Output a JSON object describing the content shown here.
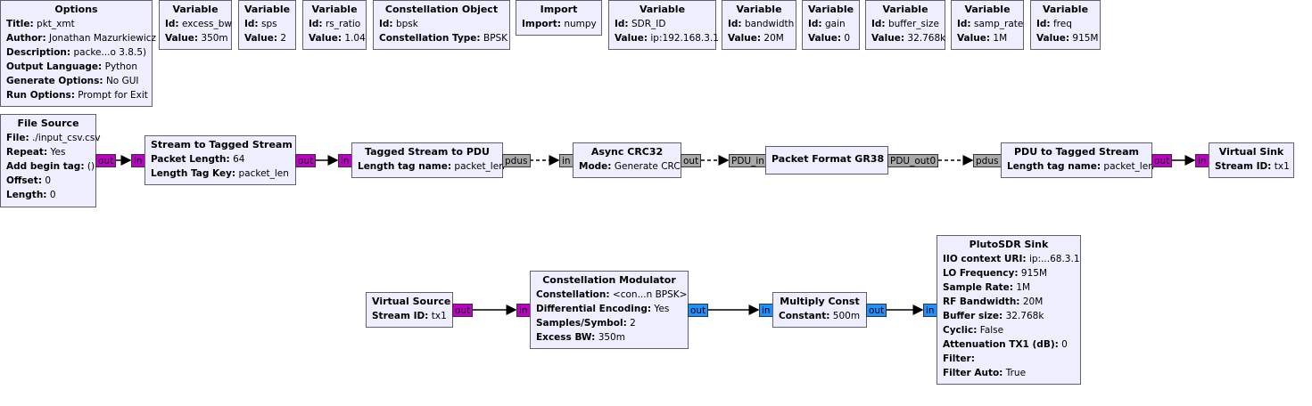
{
  "top_blocks": [
    {
      "id": "options",
      "title": "Options",
      "rows": [
        {
          "k": "Title:",
          "v": "pkt_xmt"
        },
        {
          "k": "Author:",
          "v": "Jonathan Mazurkiewicz"
        },
        {
          "k": "Description:",
          "v": "packe...o 3.8.5)"
        },
        {
          "k": "Output Language:",
          "v": "Python"
        },
        {
          "k": "Generate Options:",
          "v": "No GUI"
        },
        {
          "k": "Run Options:",
          "v": "Prompt for Exit"
        }
      ]
    },
    {
      "id": "var-excess-bw",
      "title": "Variable",
      "rows": [
        {
          "k": "Id:",
          "v": "excess_bw"
        },
        {
          "k": "Value:",
          "v": "350m"
        }
      ]
    },
    {
      "id": "var-sps",
      "title": "Variable",
      "rows": [
        {
          "k": "Id:",
          "v": "sps"
        },
        {
          "k": "Value:",
          "v": "2"
        }
      ]
    },
    {
      "id": "var-rs-ratio",
      "title": "Variable",
      "rows": [
        {
          "k": "Id:",
          "v": "rs_ratio"
        },
        {
          "k": "Value:",
          "v": "1.04"
        }
      ]
    },
    {
      "id": "constellation-object",
      "title": "Constellation Object",
      "rows": [
        {
          "k": "Id:",
          "v": "bpsk"
        },
        {
          "k": "Constellation Type:",
          "v": "BPSK"
        }
      ]
    },
    {
      "id": "import",
      "title": "Import",
      "rows": [
        {
          "k": "Import:",
          "v": "numpy"
        }
      ]
    },
    {
      "id": "var-sdr-id",
      "title": "Variable",
      "rows": [
        {
          "k": "Id:",
          "v": "SDR_ID"
        },
        {
          "k": "Value:",
          "v": "ip:192.168.3.1"
        }
      ]
    },
    {
      "id": "var-bandwidth",
      "title": "Variable",
      "rows": [
        {
          "k": "Id:",
          "v": "bandwidth"
        },
        {
          "k": "Value:",
          "v": "20M"
        }
      ]
    },
    {
      "id": "var-gain",
      "title": "Variable",
      "rows": [
        {
          "k": "Id:",
          "v": "gain"
        },
        {
          "k": "Value:",
          "v": "0"
        }
      ]
    },
    {
      "id": "var-buffer-size",
      "title": "Variable",
      "rows": [
        {
          "k": "Id:",
          "v": "buffer_size"
        },
        {
          "k": "Value:",
          "v": "32.768k"
        }
      ]
    },
    {
      "id": "var-samp-rate",
      "title": "Variable",
      "rows": [
        {
          "k": "Id:",
          "v": "samp_rate"
        },
        {
          "k": "Value:",
          "v": "1M"
        }
      ]
    },
    {
      "id": "var-freq",
      "title": "Variable",
      "rows": [
        {
          "k": "Id:",
          "v": "freq"
        },
        {
          "k": "Value:",
          "v": "915M"
        }
      ]
    }
  ],
  "flow_blocks": [
    {
      "id": "file-source",
      "title": "File Source",
      "rows": [
        {
          "k": "File:",
          "v": "./input_csv.csv"
        },
        {
          "k": "Repeat:",
          "v": "Yes"
        },
        {
          "k": "Add begin tag:",
          "v": "()"
        },
        {
          "k": "Offset:",
          "v": "0"
        },
        {
          "k": "Length:",
          "v": "0"
        }
      ]
    },
    {
      "id": "stream-to-tagged-stream",
      "title": "Stream to Tagged Stream",
      "rows": [
        {
          "k": "Packet Length:",
          "v": "64"
        },
        {
          "k": "Length Tag Key:",
          "v": "packet_len"
        }
      ]
    },
    {
      "id": "tagged-stream-to-pdu",
      "title": "Tagged Stream to PDU",
      "rows": [
        {
          "k": "Length tag name:",
          "v": "packet_len"
        }
      ]
    },
    {
      "id": "async-crc32",
      "title": "Async CRC32",
      "rows": [
        {
          "k": "Mode:",
          "v": "Generate CRC"
        }
      ]
    },
    {
      "id": "packet-format-gr38",
      "title": "Packet Format GR38",
      "rows": []
    },
    {
      "id": "pdu-to-tagged-stream",
      "title": "PDU to Tagged Stream",
      "rows": [
        {
          "k": "Length tag name:",
          "v": "packet_len"
        }
      ]
    },
    {
      "id": "virtual-sink",
      "title": "Virtual Sink",
      "rows": [
        {
          "k": "Stream ID:",
          "v": "tx1"
        }
      ]
    },
    {
      "id": "virtual-source",
      "title": "Virtual Source",
      "rows": [
        {
          "k": "Stream ID:",
          "v": "tx1"
        }
      ]
    },
    {
      "id": "constellation-modulator",
      "title": "Constellation Modulator",
      "rows": [
        {
          "k": "Constellation:",
          "v": "<con...n BPSK>"
        },
        {
          "k": "Differential Encoding:",
          "v": "Yes"
        },
        {
          "k": "Samples/Symbol:",
          "v": "2"
        },
        {
          "k": "Excess BW:",
          "v": "350m"
        }
      ]
    },
    {
      "id": "multiply-const",
      "title": "Multiply Const",
      "rows": [
        {
          "k": "Constant:",
          "v": "500m"
        }
      ]
    },
    {
      "id": "plutosdr-sink",
      "title": "PlutoSDR Sink",
      "rows": [
        {
          "k": "IIO context URI:",
          "v": "ip:...68.3.1"
        },
        {
          "k": "LO Frequency:",
          "v": "915M"
        },
        {
          "k": "Sample Rate:",
          "v": "1M"
        },
        {
          "k": "RF Bandwidth:",
          "v": "20M"
        },
        {
          "k": "Buffer size:",
          "v": "32.768k"
        },
        {
          "k": "Cyclic:",
          "v": "False"
        },
        {
          "k": "Attenuation TX1 (dB):",
          "v": "0"
        },
        {
          "k": "Filter:",
          "v": ""
        },
        {
          "k": "Filter Auto:",
          "v": "True"
        }
      ]
    }
  ],
  "ports": [
    {
      "id": "file-source-out",
      "label": "out",
      "type": "byte"
    },
    {
      "id": "s2ts-in",
      "label": "in",
      "type": "byte"
    },
    {
      "id": "s2ts-out",
      "label": "out",
      "type": "byte"
    },
    {
      "id": "ts2pdu-in",
      "label": "in",
      "type": "byte"
    },
    {
      "id": "ts2pdu-out",
      "label": "pdus",
      "type": "msg"
    },
    {
      "id": "crc-in",
      "label": "in",
      "type": "msg"
    },
    {
      "id": "crc-out",
      "label": "out",
      "type": "msg"
    },
    {
      "id": "pktfmt-in",
      "label": "PDU_in",
      "type": "msg"
    },
    {
      "id": "pktfmt-out",
      "label": "PDU_out0",
      "type": "msg"
    },
    {
      "id": "pdu2ts-in",
      "label": "pdus",
      "type": "msg"
    },
    {
      "id": "pdu2ts-out",
      "label": "out",
      "type": "byte"
    },
    {
      "id": "vsink-in",
      "label": "in",
      "type": "byte"
    },
    {
      "id": "vsource-out",
      "label": "out",
      "type": "byte"
    },
    {
      "id": "cmod-in",
      "label": "in",
      "type": "byte"
    },
    {
      "id": "cmod-out",
      "label": "out",
      "type": "complex"
    },
    {
      "id": "mult-in",
      "label": "in",
      "type": "complex"
    },
    {
      "id": "mult-out",
      "label": "out",
      "type": "complex"
    },
    {
      "id": "pluto-in",
      "label": "in",
      "type": "complex"
    }
  ]
}
